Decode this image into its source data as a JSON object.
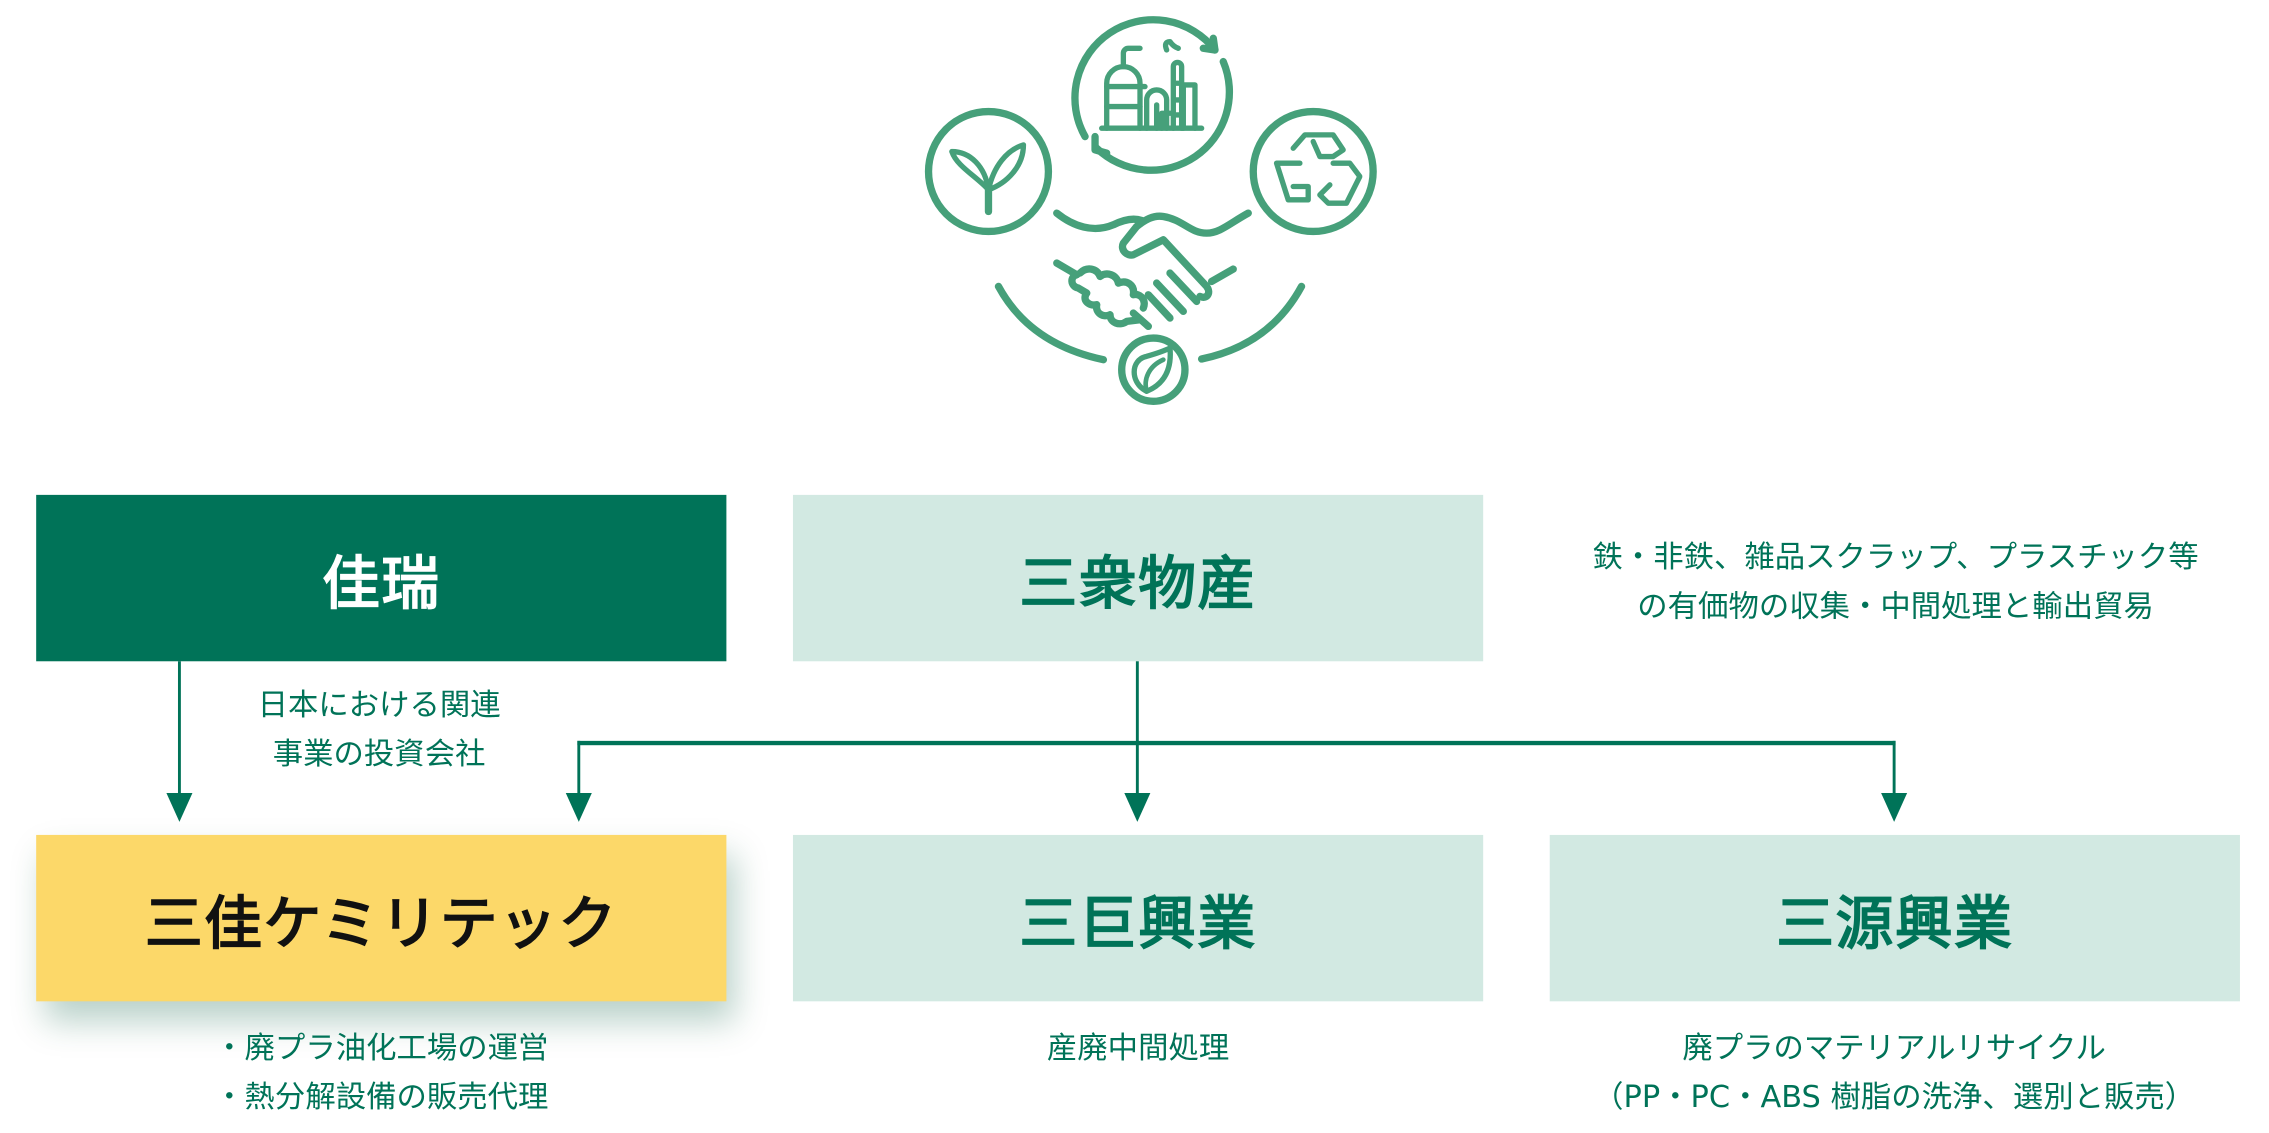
{
  "icon": {
    "name": "sustainability-handshake-icon",
    "color": "#46a07a"
  },
  "colors": {
    "dark_green": "#007358",
    "light_green": "#d2e9e2",
    "yellow": "#fcd869"
  },
  "top_row": {
    "parent": {
      "label": "佳瑞",
      "note": [
        "日本における関連",
        "事業の投資会社"
      ]
    },
    "trading": {
      "label": "三衆物産",
      "note": [
        "鉄・非鉄、雑品スクラップ、プラスチック等",
        "の有価物の収集・中間処理と輸出貿易"
      ]
    }
  },
  "bottom_row": [
    {
      "label": "三佳ケミリテック",
      "note": [
        "・廃プラ油化工場の運営",
        "・熱分解設備の販売代理"
      ]
    },
    {
      "label": "三巨興業",
      "note": [
        "産廃中間処理"
      ]
    },
    {
      "label": "三源興業",
      "note": [
        "廃プラのマテリアルリサイクル",
        "（PP・PC・ABS 樹脂の洗浄、選別と販売）"
      ]
    }
  ]
}
